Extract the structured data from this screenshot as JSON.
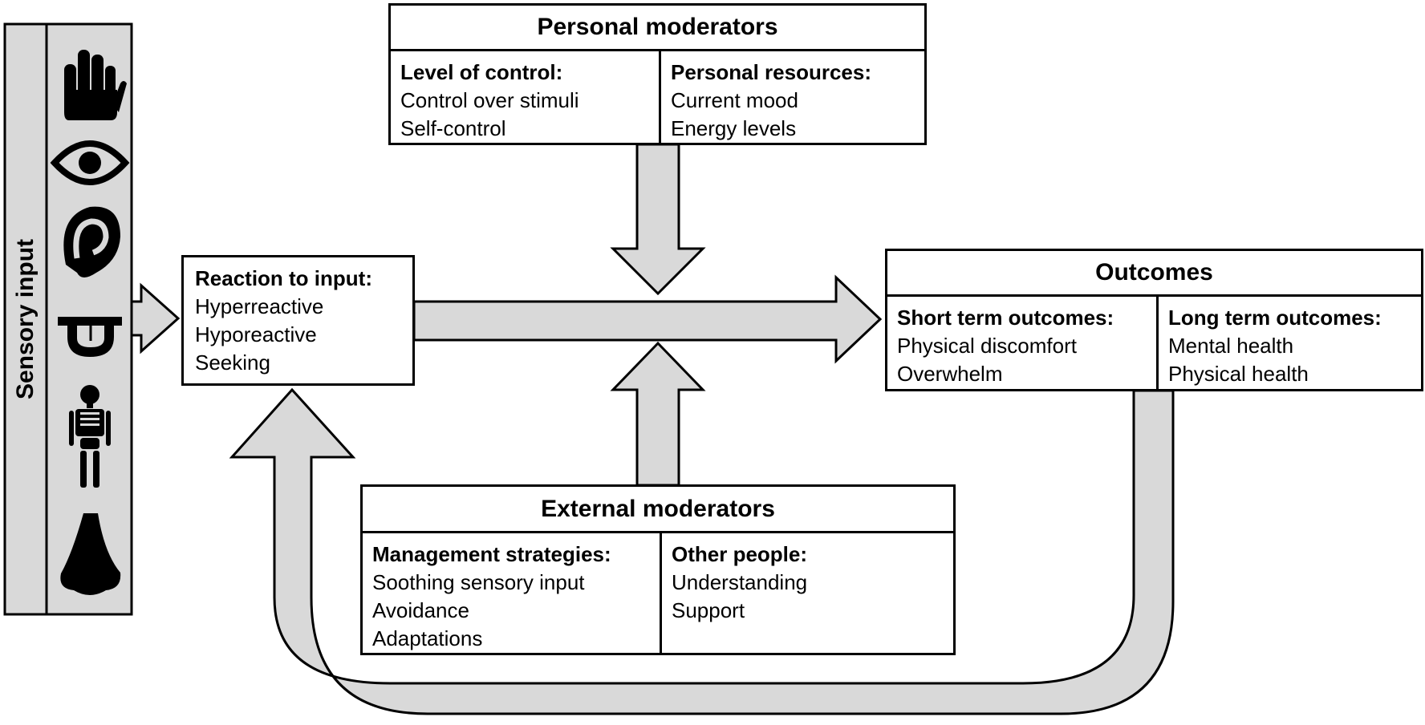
{
  "sensory_input": {
    "label": "Sensory input",
    "icons": [
      "hand-icon",
      "eye-icon",
      "ear-icon",
      "tongue-icon",
      "skeleton-icon",
      "nose-icon"
    ]
  },
  "reaction": {
    "title": "Reaction to input:",
    "items": [
      "Hyperreactive",
      "Hyporeactive",
      "Seeking"
    ]
  },
  "personal_moderators": {
    "heading": "Personal moderators",
    "left": {
      "title": "Level of control:",
      "items": [
        "Control over stimuli",
        "Self-control"
      ]
    },
    "right": {
      "title": "Personal resources:",
      "items": [
        "Current mood",
        "Energy levels"
      ]
    }
  },
  "external_moderators": {
    "heading": "External moderators",
    "left": {
      "title": "Management strategies:",
      "items": [
        "Soothing sensory input",
        "Avoidance",
        "Adaptations"
      ]
    },
    "right": {
      "title": "Other people:",
      "items": [
        "Understanding",
        "Support"
      ]
    }
  },
  "outcomes": {
    "heading": "Outcomes",
    "left": {
      "title": "Short term outcomes:",
      "items": [
        "Physical discomfort",
        "Overwhelm"
      ]
    },
    "right": {
      "title": "Long term outcomes:",
      "items": [
        "Mental health",
        "Physical health"
      ]
    }
  },
  "colors": {
    "arrow_fill": "#d9d9d9",
    "panel_fill": "#d9d9d9",
    "stroke": "#000000"
  }
}
